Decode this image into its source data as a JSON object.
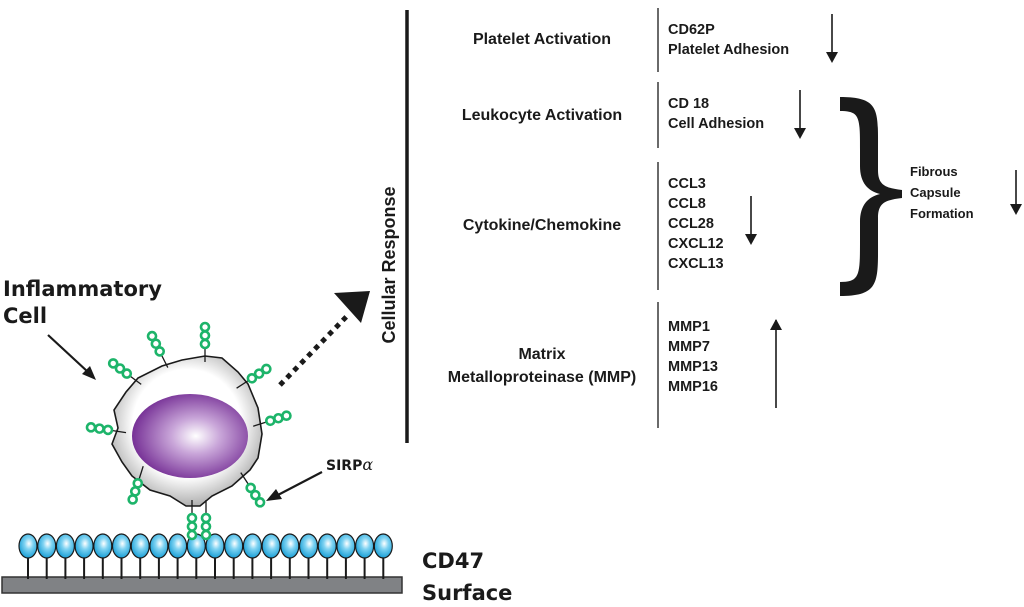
{
  "left_panel": {
    "cell_label_line1": "Inflammatory",
    "cell_label_line2": "Cell",
    "receptor_label_main": "SIRP",
    "receptor_label_greek": "α",
    "surface_label_line1": "CD47",
    "surface_label_line2": "Surface"
  },
  "colors": {
    "receptor_green": "#1db46a",
    "cd47_blue": "#2fb1e3",
    "nucleus_purple": "#7a2a9a",
    "surface_gray": "#808285",
    "ink": "#1a1a1a"
  },
  "right_panel": {
    "axis_title": "Cellular Response",
    "categories": [
      {
        "name": [
          "Platelet Activation"
        ],
        "markers": [
          "CD62P",
          "Platelet Adhesion"
        ],
        "trend": "down"
      },
      {
        "name": [
          "Leukocyte Activation"
        ],
        "markers": [
          "CD 18",
          "Cell Adhesion"
        ],
        "trend": "down"
      },
      {
        "name": [
          "Cytokine/Chemokine"
        ],
        "markers": [
          "CCL3",
          "CCL8",
          "CCL28",
          "CXCL12",
          "CXCL13"
        ],
        "trend": "down"
      },
      {
        "name": [
          "Matrix",
          "Metalloproteinase (MMP)"
        ],
        "markers": [
          "MMP1",
          "MMP7",
          "MMP13",
          "MMP16"
        ],
        "trend": "up"
      }
    ],
    "outcome": {
      "lines": [
        "Fibrous",
        "Capsule",
        "Formation"
      ],
      "trend": "down"
    }
  }
}
